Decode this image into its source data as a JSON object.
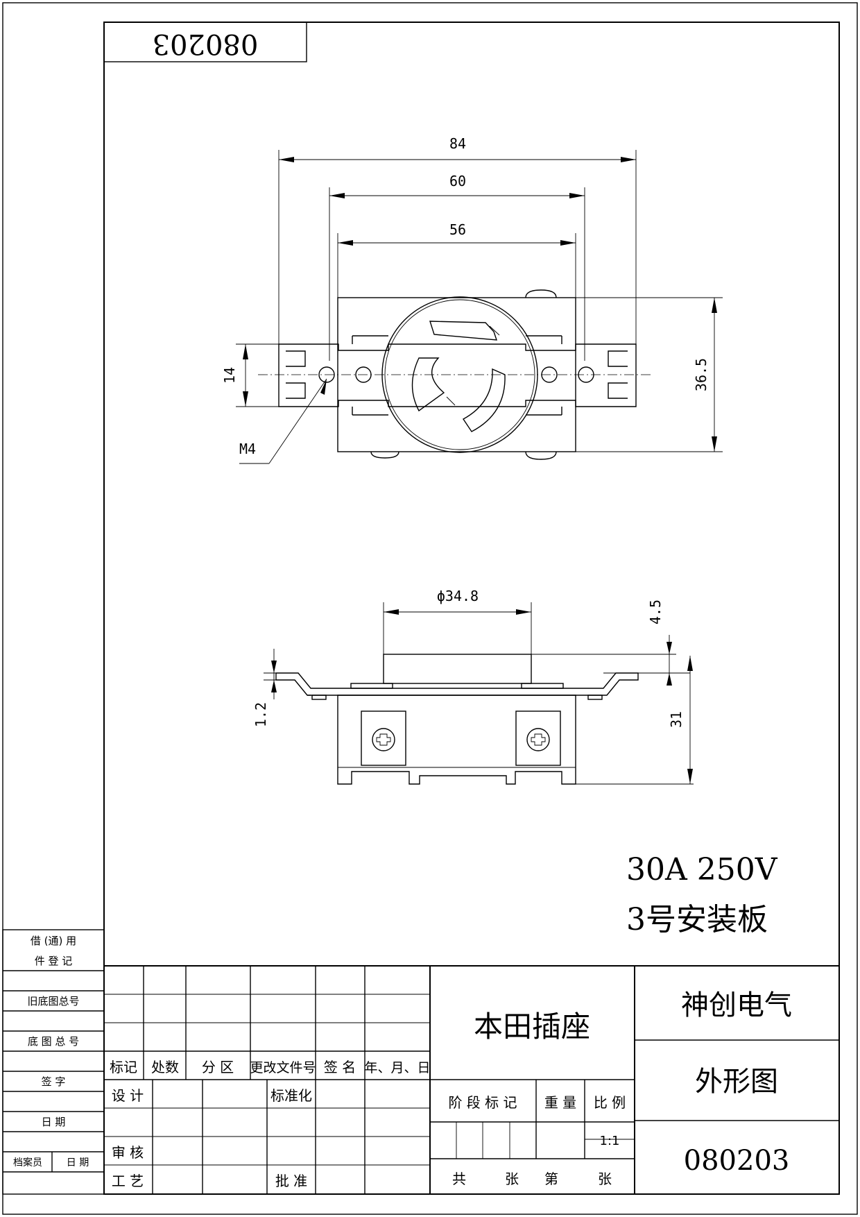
{
  "drawing_number": "080203",
  "drawing_number_mirrored": "080203",
  "dimensions": {
    "top_width_outer": "84",
    "top_width_mid": "60",
    "top_width_inner": "56",
    "top_left_height": "14",
    "top_right_height": "36.5",
    "thread": "M4",
    "diameter": "ϕ34.8",
    "side_top_height": "4.5",
    "side_plate_thickness": "1.2",
    "side_body_height": "31"
  },
  "specs": {
    "rating": "30A 250V",
    "plate": "3号安装板"
  },
  "left_strip": {
    "borrow_register_1": "借 (通) 用",
    "borrow_register_2": "件 登 记",
    "old_base_number": "旧底图总号",
    "base_number": "底 图 总 号",
    "signature": "签 字",
    "date": "日 期",
    "archivist": "档案员",
    "archivist_date": "日 期"
  },
  "title_block": {
    "headers": [
      "标记",
      "处数",
      "分 区",
      "更改文件号",
      "签 名",
      "年、月、日"
    ],
    "design": "设 计",
    "standardize": "标准化",
    "review": "审 核",
    "process": "工 艺",
    "approve": "批 准",
    "stage_mark": "阶 段 标 记",
    "weight": "重 量",
    "scale_label": "比 例",
    "scale_value": "1:1",
    "total_sheets": "共",
    "sheet_unit_1": "张",
    "sheet_of": "第",
    "sheet_unit_2": "张",
    "part_name": "本田插座",
    "company": "神创电气",
    "drawing_type": "外形图",
    "number": "080203"
  }
}
